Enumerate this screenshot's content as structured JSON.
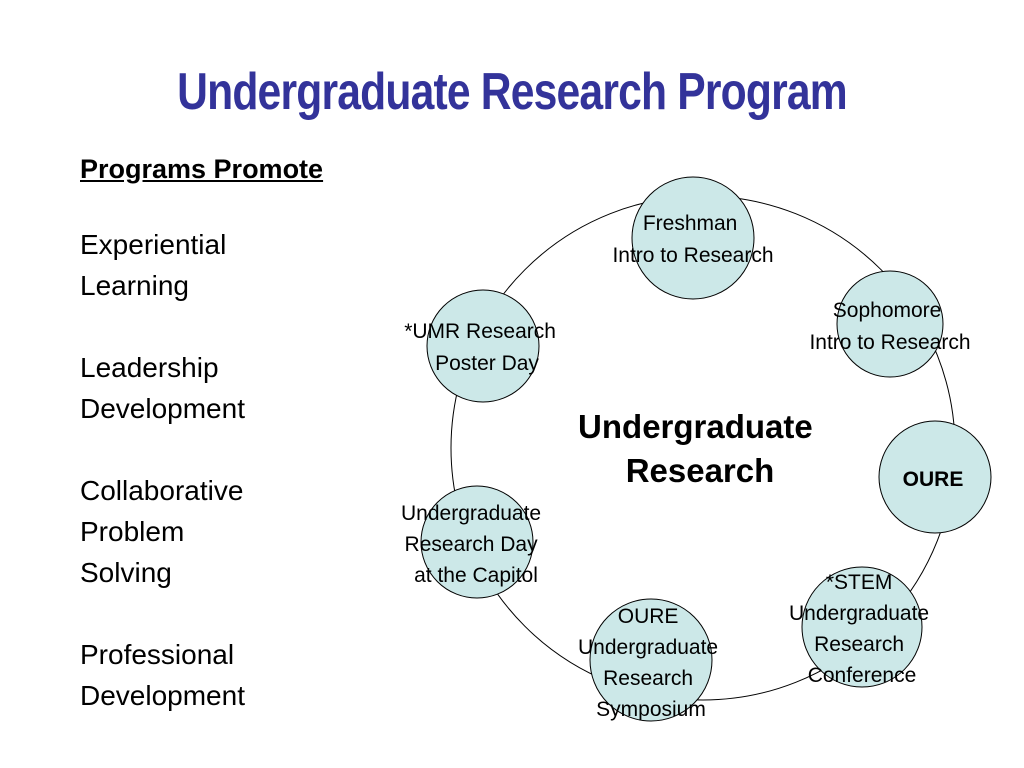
{
  "title": "Undergraduate Research Program",
  "subheading": "Programs Promote",
  "promotes": [
    [
      "Experiential",
      "Learning"
    ],
    [
      "Leadership",
      "Development"
    ],
    [
      "Collaborative",
      "Problem",
      "Solving"
    ],
    [
      "Professional",
      "Development"
    ]
  ],
  "center": [
    "Undergraduate",
    "Research"
  ],
  "nodes": [
    {
      "id": "freshman",
      "lines": [
        "Freshman",
        "Intro to Research"
      ],
      "bold": false
    },
    {
      "id": "sophomore",
      "lines": [
        "Sophomore",
        "Intro to Research"
      ],
      "bold": false
    },
    {
      "id": "oure",
      "lines": [
        "OURE"
      ],
      "bold": true
    },
    {
      "id": "stem",
      "lines": [
        "*STEM",
        "Undergraduate",
        "Research",
        "Conference"
      ],
      "bold": false
    },
    {
      "id": "oure-symposium",
      "lines": [
        "OURE",
        "Undergraduate",
        "Research",
        "Symposium"
      ],
      "bold": false
    },
    {
      "id": "capitol-day",
      "lines": [
        "Undergraduate",
        "Research Day",
        "at the Capitol"
      ],
      "bold": false
    },
    {
      "id": "umr-poster",
      "lines": [
        "*UMR Research",
        "Poster Day"
      ],
      "bold": false
    }
  ],
  "colors": {
    "title": "#33339a",
    "node_fill": "#cce8e8",
    "node_stroke": "#000000"
  }
}
